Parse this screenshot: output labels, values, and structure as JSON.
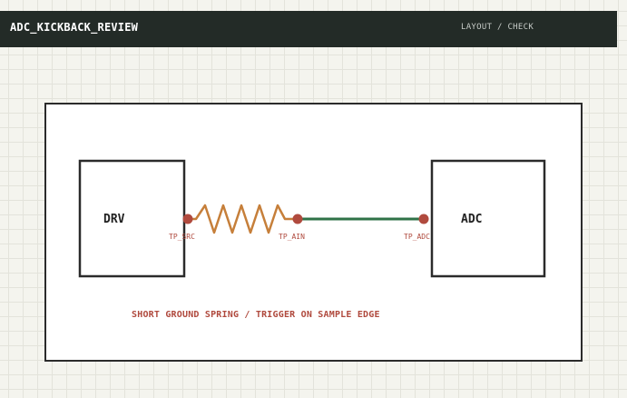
{
  "header": {
    "title": "ADC_KICKBACK_REVIEW",
    "nav": "LAYOUT / CHECK"
  },
  "diagram": {
    "blocks": {
      "driver": "DRV",
      "adc": "ADC"
    },
    "resistor_color": "#c67f3a",
    "trace_color": "#2f7247",
    "probe_color": "#b04a3e",
    "test_points": {
      "src": "TP_SRC",
      "ain": "TP_AIN",
      "adc": "TP_ADC"
    },
    "note": "SHORT GROUND SPRING / TRIGGER ON SAMPLE EDGE"
  }
}
